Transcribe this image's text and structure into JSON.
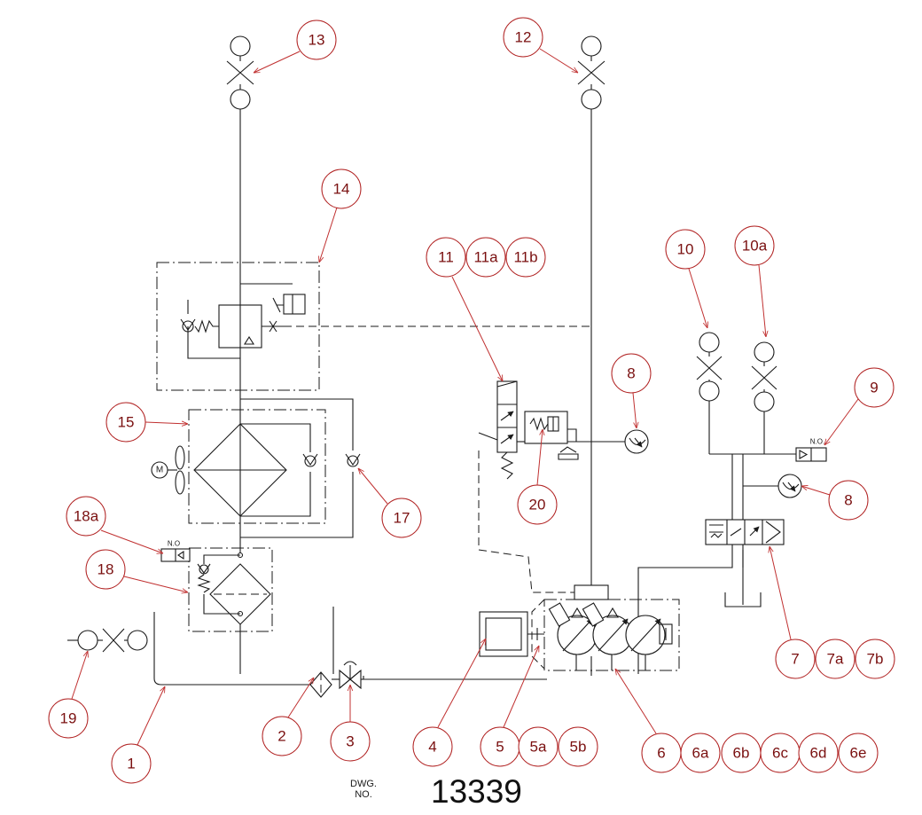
{
  "balloons": [
    {
      "id": "b13",
      "label": "13"
    },
    {
      "id": "b12",
      "label": "12"
    },
    {
      "id": "b14",
      "label": "14"
    },
    {
      "id": "b11",
      "label": "11"
    },
    {
      "id": "b11a",
      "label": "11a"
    },
    {
      "id": "b11b",
      "label": "11b"
    },
    {
      "id": "b10",
      "label": "10"
    },
    {
      "id": "b10a",
      "label": "10a"
    },
    {
      "id": "b9",
      "label": "9"
    },
    {
      "id": "b8u",
      "label": "8"
    },
    {
      "id": "b8l",
      "label": "8"
    },
    {
      "id": "b15",
      "label": "15"
    },
    {
      "id": "b17",
      "label": "17"
    },
    {
      "id": "b20",
      "label": "20"
    },
    {
      "id": "b18a",
      "label": "18a"
    },
    {
      "id": "b18",
      "label": "18"
    },
    {
      "id": "b19",
      "label": "19"
    },
    {
      "id": "b1",
      "label": "1"
    },
    {
      "id": "b2",
      "label": "2"
    },
    {
      "id": "b3",
      "label": "3"
    },
    {
      "id": "b4",
      "label": "4"
    },
    {
      "id": "b5",
      "label": "5"
    },
    {
      "id": "b5a",
      "label": "5a"
    },
    {
      "id": "b5b",
      "label": "5b"
    },
    {
      "id": "b6",
      "label": "6"
    },
    {
      "id": "b6a",
      "label": "6a"
    },
    {
      "id": "b6b",
      "label": "6b"
    },
    {
      "id": "b6c",
      "label": "6c"
    },
    {
      "id": "b6d",
      "label": "6d"
    },
    {
      "id": "b6e",
      "label": "6e"
    },
    {
      "id": "b7",
      "label": "7"
    },
    {
      "id": "b7a",
      "label": "7a"
    },
    {
      "id": "b7b",
      "label": "7b"
    }
  ],
  "valve_labels": {
    "normally_open_18a": "N.O",
    "normally_open_9": "N.O."
  },
  "motor_label": "M",
  "drawing": {
    "dwg_label_line1": "DWG.",
    "dwg_label_line2": "NO.",
    "number": "13339"
  },
  "colors": {
    "balloon_stroke": "#b02020",
    "balloon_text": "#7a1010",
    "leader": "#c03030",
    "line": "#1a1a1a"
  }
}
